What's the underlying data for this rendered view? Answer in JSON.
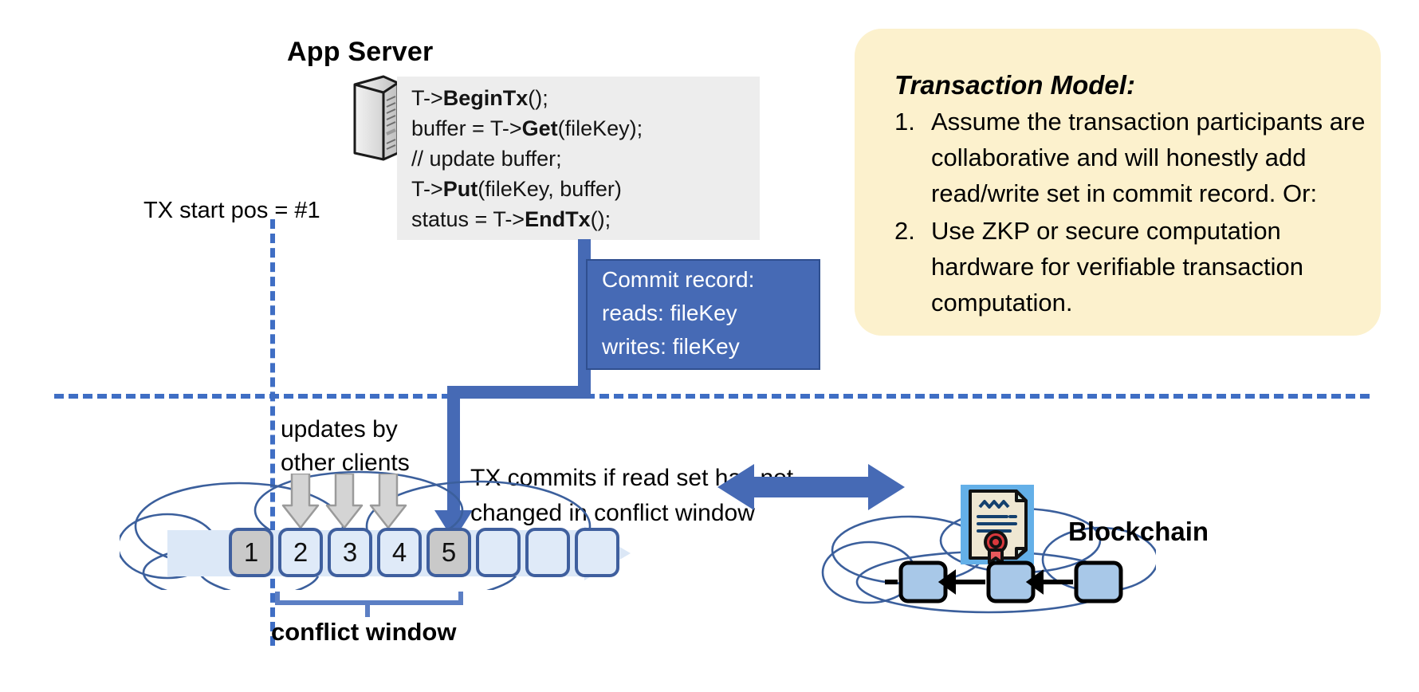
{
  "diagram": {
    "app_server": {
      "title": "App Server",
      "icon": "server-tower-icon",
      "code_lines": [
        {
          "plain_1": "T->",
          "bold": "BeginTx",
          "plain_2": "();"
        },
        {
          "plain_1": "buffer = T->",
          "bold": "Get",
          "plain_2": "(fileKey);"
        },
        {
          "plain_1": "// update buffer;",
          "bold": "",
          "plain_2": ""
        },
        {
          "plain_1": "T->",
          "bold": "Put",
          "plain_2": "(fileKey, buffer)"
        },
        {
          "plain_1": "status = T->",
          "bold": "EndTx",
          "plain_2": "();"
        }
      ]
    },
    "tx_start_label": "TX start pos = #1",
    "commit_record": {
      "title": "Commit record:",
      "reads": "reads: fileKey",
      "writes": "writes: fileKey"
    },
    "transaction_model": {
      "title": "Transaction Model:",
      "items": [
        {
          "num": "1.",
          "text": "Assume the transaction participants are collaborative and will honestly add read/write set in commit record.  Or:"
        },
        {
          "num": "2.",
          "text": "Use ZKP or secure computation hardware for verifiable transaction computation."
        }
      ]
    },
    "ledger": {
      "updates_label_line1": "updates by",
      "updates_label_line2": "other clients",
      "tx_commits_line1": "TX commits if read set has not",
      "tx_commits_line2": "changed in conflict window",
      "conflict_window_label": "conflict window",
      "blocks": [
        {
          "label": "1",
          "state": "filled"
        },
        {
          "label": "2",
          "state": "empty"
        },
        {
          "label": "3",
          "state": "empty"
        },
        {
          "label": "4",
          "state": "empty"
        },
        {
          "label": "5",
          "state": "filled"
        },
        {
          "label": "",
          "state": "empty"
        },
        {
          "label": "",
          "state": "empty"
        },
        {
          "label": "",
          "state": "empty"
        }
      ]
    },
    "blockchain": {
      "label": "Blockchain",
      "cert_icon": "certificate-seal-icon",
      "block_count": 3
    },
    "colors": {
      "accent_blue": "#466ab5",
      "dash_blue": "#3f6ec4",
      "callout_yellow": "#fcf1cd",
      "code_bg": "#ededed",
      "block_border": "#3f5f9e",
      "block_empty": "#dfeaf8",
      "block_filled": "#c9c9c9",
      "cert_bg": "#64b0e8",
      "seal_red": "#d8383c"
    }
  }
}
